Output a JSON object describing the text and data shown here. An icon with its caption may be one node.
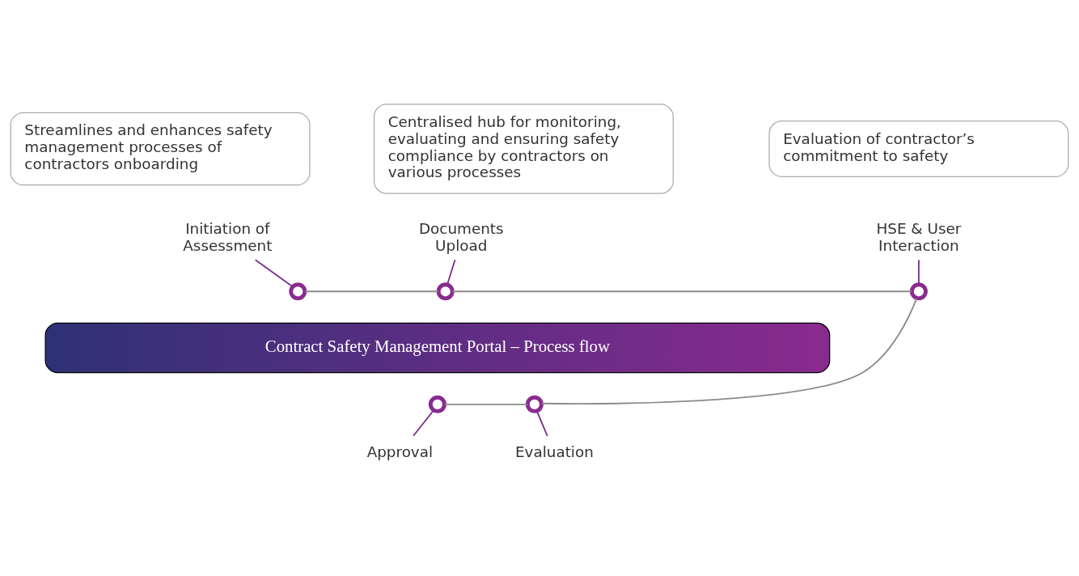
{
  "diagram": {
    "nodes": [
      {
        "text": [
          "Streamlines and enhances safety management processes of contractors onboarding"
        ]
      },
      {
        "text": [
          "Centralised hub for monitoring, evaluating and ensuring safety compliance by contractors on various processes"
        ]
      },
      {
        "text": [
          "Evaluation of contractor’s commitment to safety"
        ]
      },
      {
        "text": [
          "Initiation of Assessment"
        ]
      },
      {
        "text": [
          "Documents Upload"
        ]
      },
      {
        "text": [
          "HSE & User Interaction"
        ]
      },
      {
        "text": [],
        "shape": "circle"
      },
      {
        "text": [],
        "shape": "circle"
      },
      {
        "text": [],
        "shape": "circle"
      },
      {
        "text": [
          "Contract Safety Management Portal – Process flow"
        ]
      },
      {
        "text": [],
        "shape": "circle"
      },
      {
        "text": [],
        "shape": "circle"
      },
      {
        "text": [
          "Approval"
        ]
      },
      {
        "text": [
          "Evaluation"
        ]
      }
    ],
    "edges": [
      {
        "from": 3,
        "to": 6,
        "arrow": "none"
      },
      {
        "from": 4,
        "to": 7,
        "arrow": "none"
      },
      {
        "from": 5,
        "to": 8,
        "arrow": "none"
      },
      {
        "from": 6,
        "to": 7,
        "arrow": "none",
        "color": "#8a8a8a"
      },
      {
        "from": 7,
        "to": 8,
        "arrow": "none",
        "color": "#8a8a8a"
      },
      {
        "from": 8,
        "to": 11,
        "arrow": "none",
        "color": "#8a8a8a"
      },
      {
        "from": 10,
        "to": 11,
        "arrow": "none",
        "color": "#8a8a8a"
      },
      {
        "from": 10,
        "to": 12,
        "arrow": "none"
      },
      {
        "from": 11,
        "to": 13,
        "arrow": "none"
      }
    ]
  }
}
